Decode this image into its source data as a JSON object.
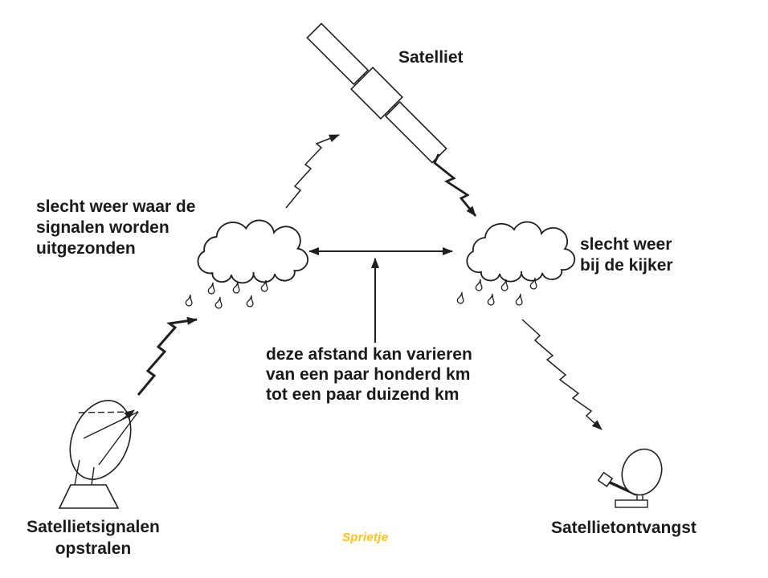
{
  "diagram": {
    "title_label": "Satelliet",
    "weather_uplink_label": "slecht weer waar de\nsignalen worden\nuitgezonden",
    "weather_viewer_label": "slecht weer\nbij de kijker",
    "distance_label": "deze afstand kan varieren\nvan een paar honderd km\ntot een paar duizend km",
    "uplink_station_label": "Satellietsignalen\nopstralen",
    "receiver_label": "Satellietontvangst",
    "watermark": "Sprietje",
    "colors": {
      "ink": "#1f1f1f",
      "text": "#1a1a1a",
      "watermark": "#FFC20E",
      "background": "#ffffff"
    },
    "elements": [
      "satellite",
      "uplink-cloud-with-rain",
      "viewer-cloud-with-rain",
      "uplink-ground-dish",
      "receiver-dish",
      "signal-bolt-dish-to-cloud",
      "signal-bolt-cloud-to-satellite",
      "signal-bolt-satellite-to-cloud",
      "signal-bolt-cloud-to-dish",
      "cloud-distance-double-arrow",
      "distance-pointer-arrow"
    ]
  }
}
